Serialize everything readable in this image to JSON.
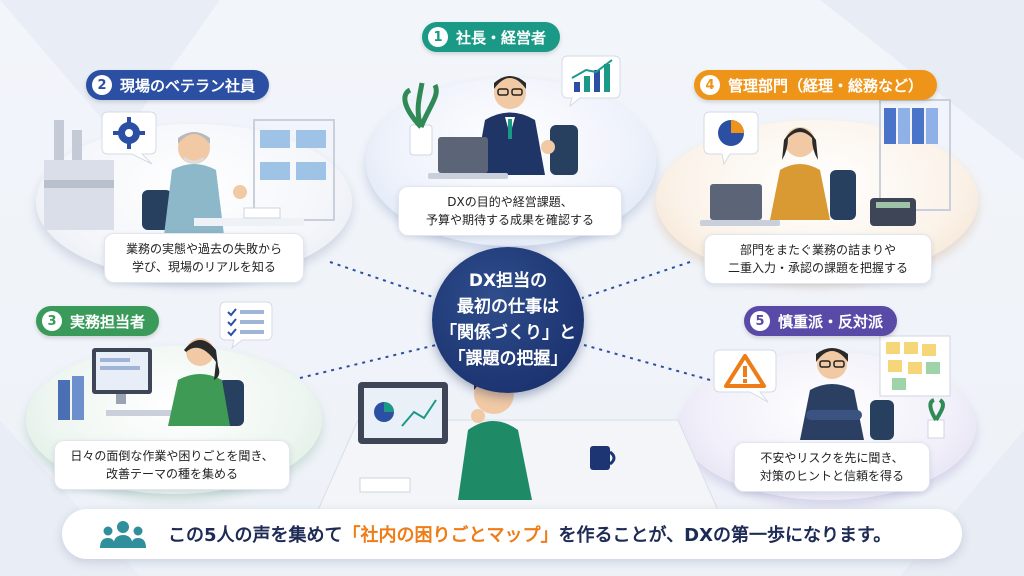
{
  "center": {
    "lines": [
      "DX担当の",
      "最初の仕事は",
      "「関係づくり」と",
      "「課題の把握」"
    ]
  },
  "roles": [
    {
      "num": "1",
      "title": "社長・経営者",
      "color": "#1a9a86",
      "desc": [
        "DXの目的や経営課題、",
        "予算や期待する成果を確認する"
      ]
    },
    {
      "num": "2",
      "title": "現場のベテラン社員",
      "color": "#2a4fa3",
      "desc": [
        "業務の実態や過去の失敗から",
        "学び、現場のリアルを知る"
      ]
    },
    {
      "num": "3",
      "title": "実務担当者",
      "color": "#3a9a5a",
      "desc": [
        "日々の面倒な作業や困りごとを聞き、",
        "改善テーマの種を集める"
      ]
    },
    {
      "num": "4",
      "title": "管理部門（経理・総務など）",
      "color": "#ee9418",
      "desc": [
        "部門をまたぐ業務の詰まりや",
        "二重入力・承認の課題を把握する"
      ]
    },
    {
      "num": "5",
      "title": "慎重派・反対派",
      "color": "#5a4aa8",
      "desc": [
        "不安やリスクを先に聞き、",
        "対策のヒントと信頼を得る"
      ]
    }
  ],
  "bottom": {
    "before": "この5人の声を集めて",
    "highlight": "「社内の困りごとマップ」",
    "after": "を作ることが、DXの第一歩になります。"
  },
  "colors": {
    "navy": "#1d3572",
    "accent": "#ee7d18",
    "team_icon": "#2f8f9d"
  },
  "icons": [
    "gear-icon",
    "growth-chart-icon",
    "pie-chart-icon",
    "checklist-icon",
    "warning-icon",
    "team-icon"
  ]
}
